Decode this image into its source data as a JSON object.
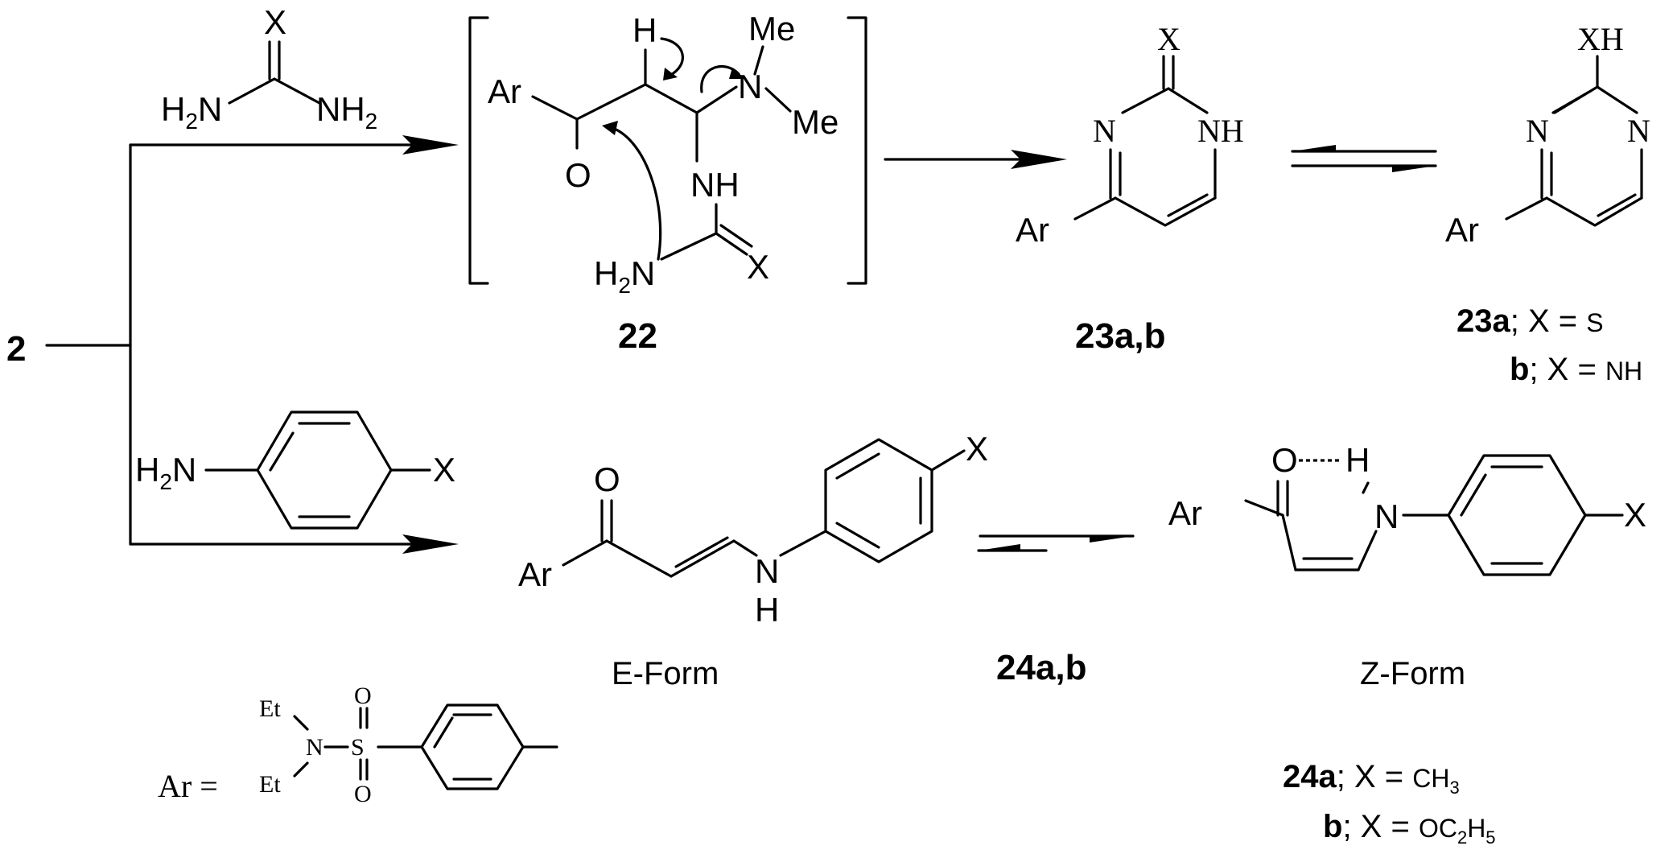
{
  "labels": {
    "start": "2",
    "x": "X",
    "h2n": "H",
    "nh2": "NH",
    "two": "2",
    "ar": "Ar",
    "o": "O",
    "h": "H",
    "me": "Me",
    "n": "N",
    "nh": "NH",
    "xh": "XH",
    "et": "Et",
    "s": "S",
    "ar_eq": "Ar =",
    "e_form": "E-Form",
    "z_form": "Z-Form"
  },
  "compounds": {
    "c22": "22",
    "c23": "23a,b",
    "c24": "24a,b"
  },
  "legend23": {
    "a_id": "23a",
    "a_text": "; X = ",
    "a_val": "S",
    "b_id": "b",
    "b_text": "; X = ",
    "b_val": "NH"
  },
  "legend24": {
    "a_id": "24a",
    "a_text": "; X = ",
    "a_val": "CH",
    "a_sub": "3",
    "b_id": "b",
    "b_text": "; X = ",
    "b_val": "OC",
    "b_sub1": "2",
    "b_val2": "H",
    "b_sub2": "5"
  }
}
